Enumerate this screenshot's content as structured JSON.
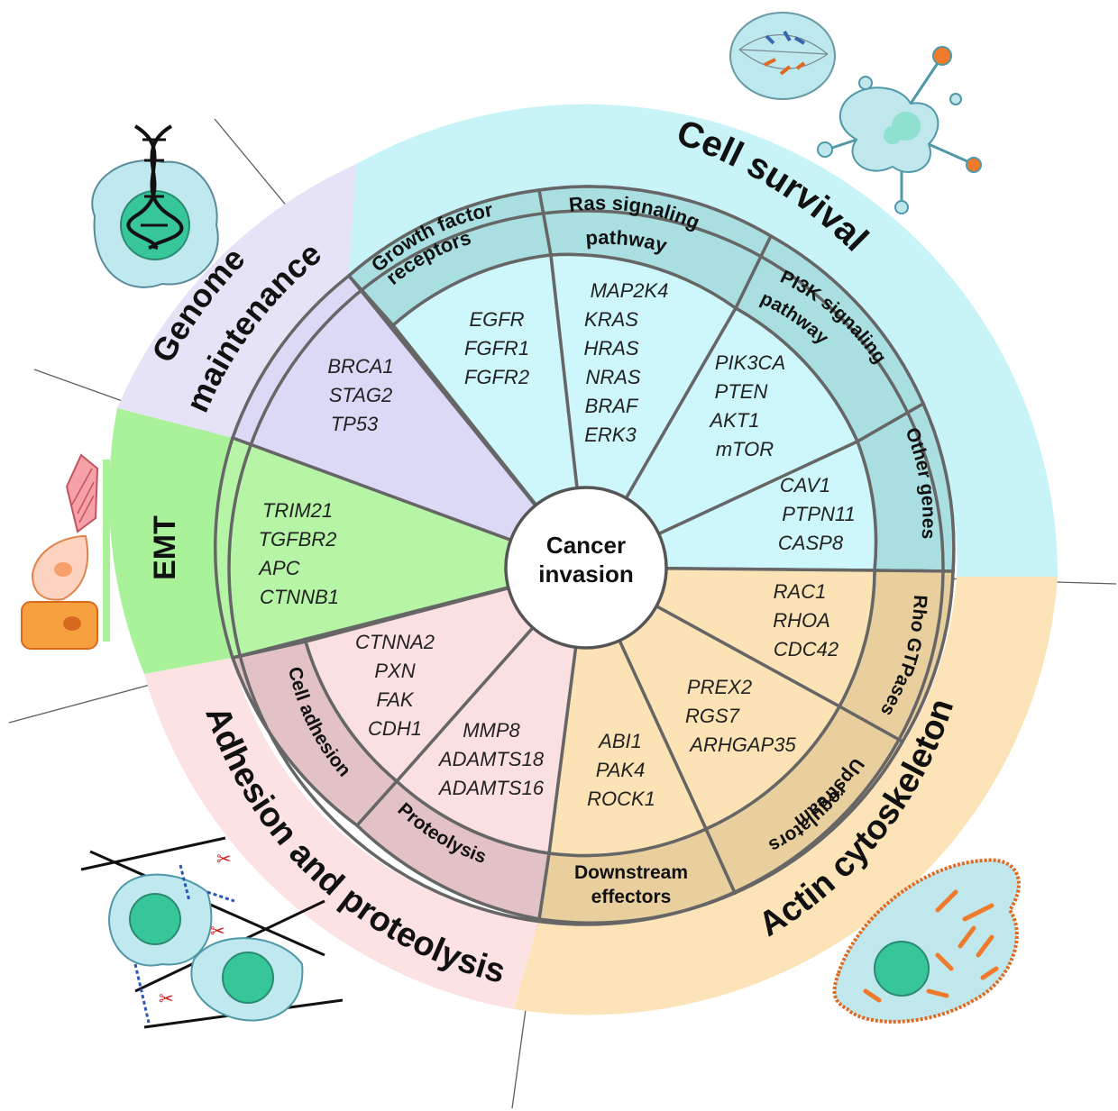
{
  "center": {
    "line1": "Cancer",
    "line2": "invasion"
  },
  "outer_groups": {
    "survival": "Cell survival",
    "genome": [
      "Genome",
      "maintenance"
    ],
    "emt": "EMT",
    "adhesion": "Adhesion and proteolysis",
    "actin": "Actin cytoskeleton"
  },
  "sectors": {
    "growth": {
      "label": [
        "Growth factor",
        "receptors"
      ],
      "genes": [
        "EGFR",
        "FGFR1",
        "FGFR2"
      ]
    },
    "ras": {
      "label": [
        "Ras signaling",
        "pathway"
      ],
      "genes": [
        "MAP2K4",
        "KRAS",
        "HRAS",
        "NRAS",
        "BRAF",
        "ERK3"
      ]
    },
    "pi3k": {
      "label": [
        "PI3K signaling",
        "pathway"
      ],
      "genes": [
        "PIK3CA",
        "PTEN",
        "AKT1",
        "mTOR"
      ]
    },
    "other": {
      "label": [
        "Other genes"
      ],
      "genes": [
        "CAV1",
        "PTPN11",
        "CASP8"
      ]
    },
    "rho": {
      "label": [
        "Rho GTPases"
      ],
      "genes": [
        "RAC1",
        "RHOA",
        "CDC42"
      ]
    },
    "upstream": {
      "label": [
        "Upstream",
        "regulators"
      ],
      "genes": [
        "PREX2",
        "RGS7",
        "ARHGAP35"
      ]
    },
    "downstream": {
      "label": [
        "Downstream",
        "effectors"
      ],
      "genes": [
        "ABI1",
        "PAK4",
        "ROCK1"
      ]
    },
    "proteolysis": {
      "label": [
        "Proteolysis"
      ],
      "genes": [
        "MMP8",
        "ADAMTS18",
        "ADAMTS16"
      ]
    },
    "celladhesion": {
      "label": [
        "Cell adhesion"
      ],
      "genes": [
        "CTNNA2",
        "PXN",
        "FAK",
        "CDH1"
      ]
    },
    "emt": {
      "genes": [
        "TRIM21",
        "TGFBR2",
        "APC",
        "CTNNB1"
      ]
    },
    "genome": {
      "genes": [
        "BRCA1",
        "STAG2",
        "TP53"
      ]
    }
  },
  "colors": {
    "survival_ring": "#c9f4f7",
    "survival_inner": "#cdf7fa",
    "survival_band": "#a9dfe0",
    "genome_ring": "#e6e3f7",
    "genome_inner": "#dcd9f6",
    "emt_ring": "#a9f29a",
    "emt_inner": "#b6f5a6",
    "adhesion_ring": "#fde2e4",
    "adhesion_inner": "#fbe0e2",
    "adhesion_band": "#e2c2c5",
    "actin_ring": "#fce3b8",
    "actin_inner": "#fce3b6",
    "actin_band": "#e9cf9e",
    "divider": "#6b6b6b"
  }
}
